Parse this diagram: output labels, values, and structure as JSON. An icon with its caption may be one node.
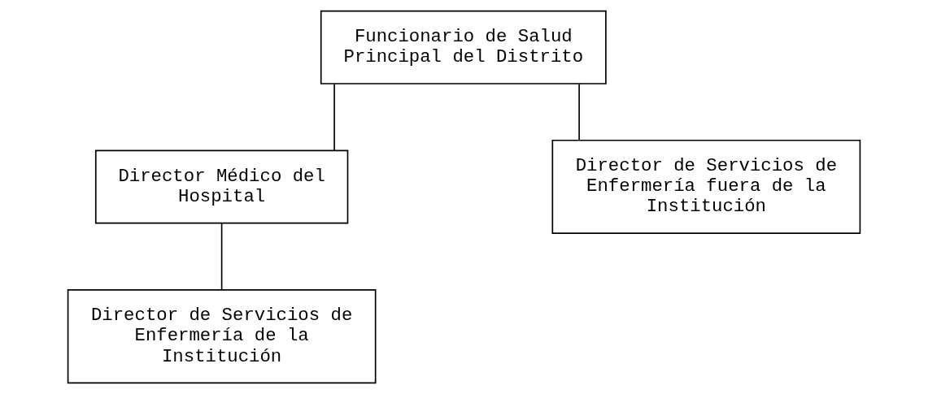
{
  "diagram": {
    "nodes": [
      {
        "text": [
          "Funcionario de Salud Principal del Distrito"
        ]
      },
      {
        "text": [
          "Director Médico del Hospital"
        ]
      },
      {
        "text": [
          "Director de Servicios de Enfermería de la Institución"
        ]
      },
      {
        "text": [
          "Director de Servicios de Enfermería fuera de la Institución"
        ]
      }
    ],
    "edges": [
      {
        "from": 0,
        "to": 1,
        "arrow": "none"
      },
      {
        "from": 0,
        "to": 3,
        "arrow": "none"
      },
      {
        "from": 1,
        "to": 2,
        "arrow": "none"
      }
    ]
  }
}
